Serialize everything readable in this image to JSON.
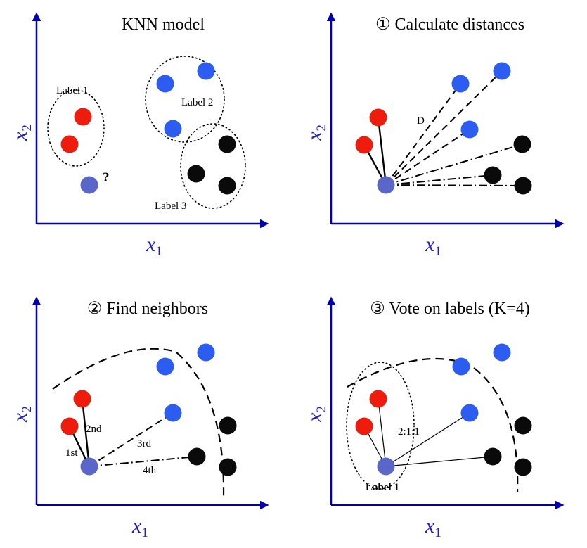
{
  "panels": [
    {
      "title": "KNN model",
      "x_label": "x",
      "x_sub": "1",
      "y_label": "x",
      "y_sub": "2"
    },
    {
      "title": "① Calculate distances",
      "x_label": "x",
      "x_sub": "1",
      "y_label": "x",
      "y_sub": "2"
    },
    {
      "title": "② Find neighbors",
      "x_label": "x",
      "x_sub": "1",
      "y_label": "x",
      "y_sub": "2"
    },
    {
      "title": "③ Vote on labels (K=4)",
      "x_label": "x",
      "x_sub": "1",
      "y_label": "x",
      "y_sub": "2"
    }
  ],
  "labels": {
    "label1": "Label 1",
    "label2": "Label 2",
    "label3": "Label 3",
    "unknown": "?",
    "distance": "D",
    "first": "1st",
    "second": "2nd",
    "third": "3rd",
    "fourth": "4th",
    "vote_ratio": "2:1:1",
    "result_label": "Label 1"
  },
  "colors": {
    "label1": "#ee1c0c",
    "label2": "#2d5df0",
    "label3": "#0a0a0a",
    "query": "#5b66c9",
    "axis": "#0000b0",
    "axis_text": "#1f1fbf"
  }
}
